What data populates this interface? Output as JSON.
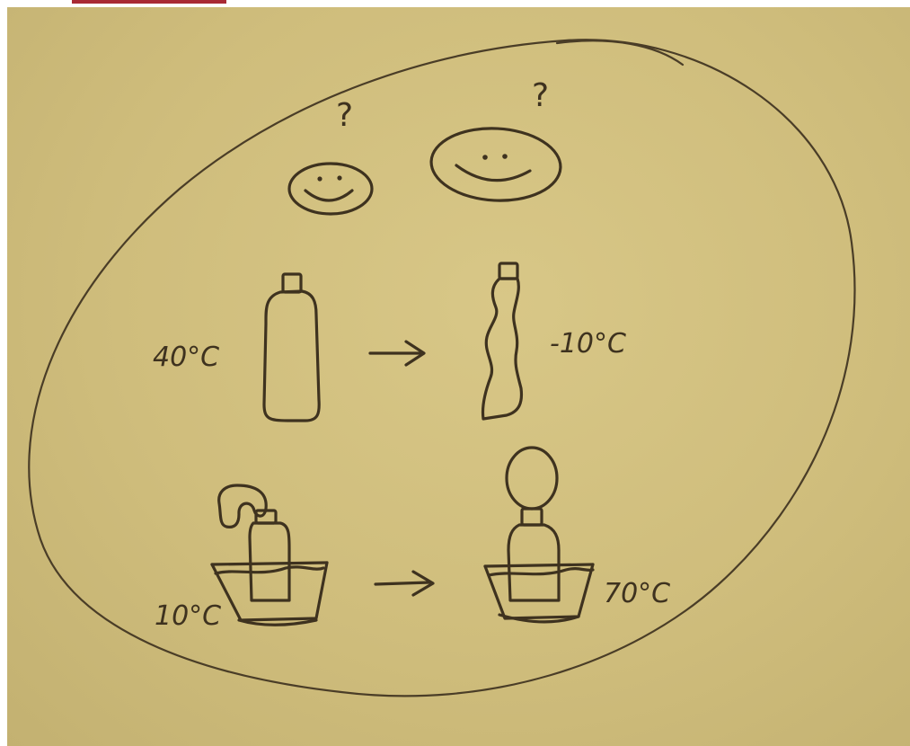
{
  "labels": {
    "question_left": "?",
    "question_right": "?",
    "temp_hot_bottle": "40°C",
    "temp_cold_bottle": "-10°C",
    "temp_cold_water": "10°C",
    "temp_hot_water": "70°C"
  },
  "colors": {
    "paper": "#cfbd7c",
    "ink": "#3e321f",
    "tab": "#a82a34"
  }
}
